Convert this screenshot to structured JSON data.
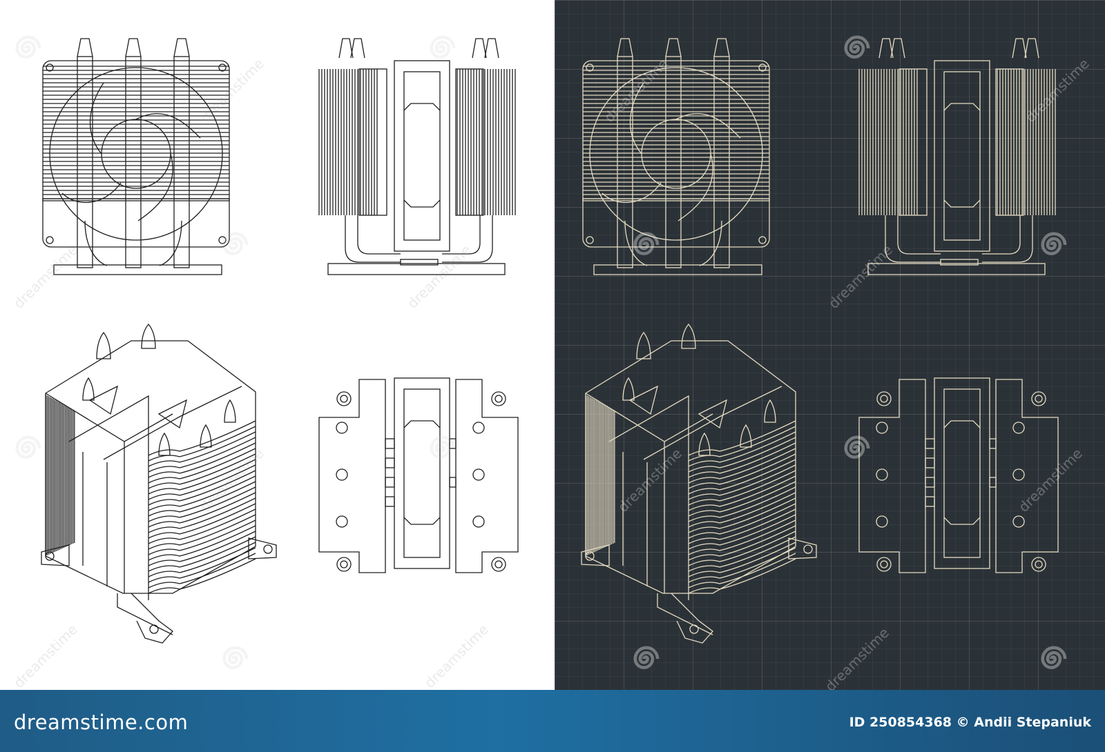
{
  "footer": {
    "brand": "dreamstime.com",
    "credit": "ID 250854368 © Andii Stepaniuk"
  },
  "watermark": {
    "text": "dreamstime"
  },
  "colors": {
    "light_panel_bg": "#ffffff",
    "light_stroke": "#1e1e1e",
    "dark_panel_bg": "#2b3237",
    "dark_stroke": "#e6dcc3",
    "footer_bg": "#1f6fa2"
  },
  "views": [
    "front-view",
    "side-view",
    "isometric-view",
    "top-view"
  ]
}
